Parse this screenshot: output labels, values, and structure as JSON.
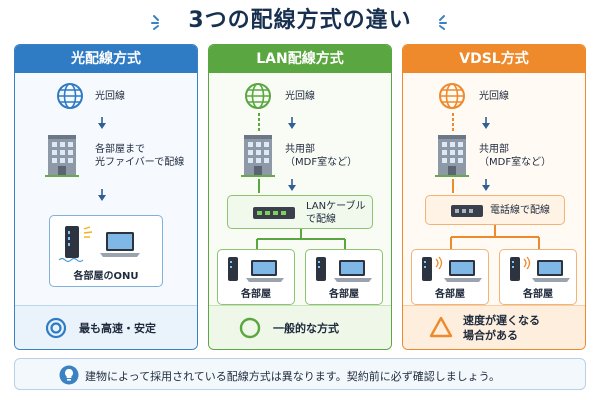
{
  "title": "3つの配線方式の違い",
  "columns": [
    {
      "header": "光配線方式",
      "line": "光回線",
      "building": "各部屋まで\n光ファイバーで配線",
      "device": "各部屋のONU",
      "result": "最も高速・安定",
      "result_icon": "double-circle-icon",
      "accent": "#2f7bc4"
    },
    {
      "header": "LAN配線方式",
      "line": "光回線",
      "building": "共用部\n（MDF室など）",
      "device": "LANケーブル\nで配線",
      "room_left": "各部屋",
      "room_right": "各部屋",
      "result": "一般的な方式",
      "result_icon": "circle-icon",
      "accent": "#5aa640"
    },
    {
      "header": "VDSL方式",
      "line": "光回線",
      "building": "共用部\n（MDF室など）",
      "device": "電話線で配線",
      "room_left": "各部屋",
      "room_right": "各部屋",
      "result": "速度が遅くなる\n場合がある",
      "result_icon": "triangle-icon",
      "accent": "#ee8a2c"
    }
  ],
  "note": "建物によって採用されている配線方式は異なります。契約前に必ず確認しましょう。",
  "note_icon": "lightbulb-icon"
}
